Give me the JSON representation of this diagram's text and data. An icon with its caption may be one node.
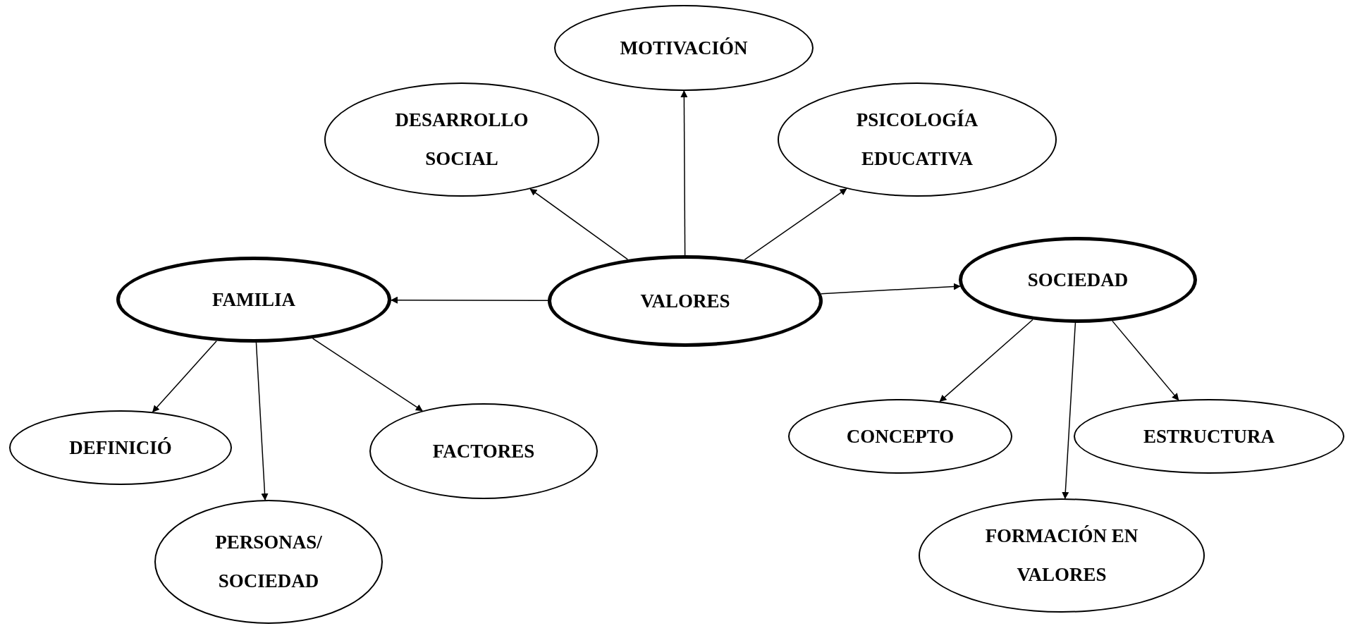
{
  "diagram": {
    "nodes": [
      {
        "text": [
          "MOTIVACIÓN"
        ]
      },
      {
        "text": [
          "DESARROLLO SOCIAL"
        ]
      },
      {
        "text": [
          "PSICOLOGÍA EDUCATIVA"
        ]
      },
      {
        "text": [
          "FAMILIA"
        ]
      },
      {
        "text": [
          "VALORES"
        ]
      },
      {
        "text": [
          "SOCIEDAD"
        ]
      },
      {
        "text": [
          "DEFINICIÓ"
        ]
      },
      {
        "text": [
          "FACTORES"
        ]
      },
      {
        "text": [
          "PERSONAS/ SOCIEDAD"
        ]
      },
      {
        "text": [
          "CONCEPTO"
        ]
      },
      {
        "text": [
          "ESTRUCTURA"
        ]
      },
      {
        "text": [
          "FORMACIÓN EN VALORES"
        ]
      }
    ],
    "edges": [
      {
        "from": 4,
        "to": 0,
        "arrow": "to"
      },
      {
        "from": 4,
        "to": 1,
        "arrow": "to"
      },
      {
        "from": 4,
        "to": 2,
        "arrow": "to"
      },
      {
        "from": 4,
        "to": 3,
        "arrow": "to"
      },
      {
        "from": 4,
        "to": 5,
        "arrow": "to"
      },
      {
        "from": 3,
        "to": 6,
        "arrow": "to"
      },
      {
        "from": 3,
        "to": 8,
        "arrow": "to"
      },
      {
        "from": 3,
        "to": 7,
        "arrow": "to"
      },
      {
        "from": 5,
        "to": 9,
        "arrow": "to"
      },
      {
        "from": 5,
        "to": 11,
        "arrow": "to"
      },
      {
        "from": 5,
        "to": 10,
        "arrow": "to"
      }
    ]
  }
}
